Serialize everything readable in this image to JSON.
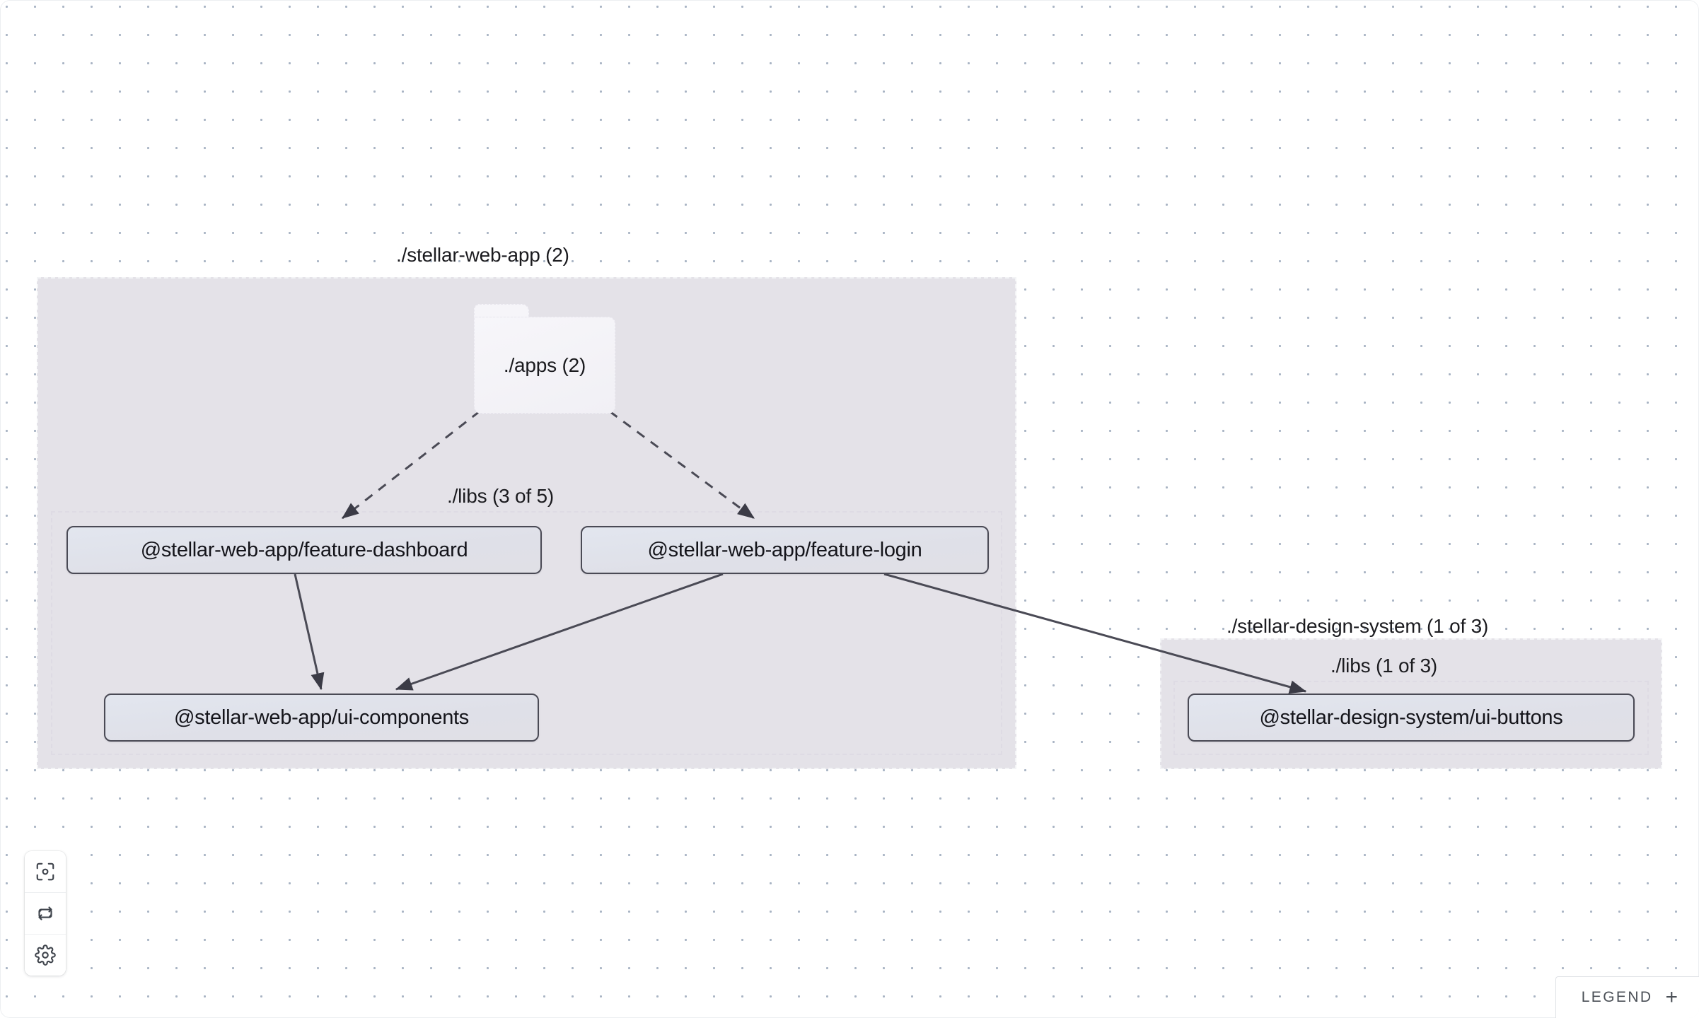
{
  "app": {
    "name": "project-dependency-graph",
    "background_color": "#ffffff",
    "dot_color": "#a9b4c4"
  },
  "graph": {
    "groups": [
      {
        "id": "stellar-web-app",
        "label": "./stellar-web-app (2)",
        "fill": "#e4e2e8",
        "children": [
          {
            "id": "stellar-web-app-libs",
            "label": "./libs (3 of 5)"
          }
        ]
      },
      {
        "id": "stellar-design-system",
        "label": "./stellar-design-system (1 of 3)",
        "fill": "#e4e2e8",
        "children": [
          {
            "id": "stellar-design-system-libs",
            "label": "./libs (1 of 3)"
          }
        ]
      }
    ],
    "folders": [
      {
        "id": "apps",
        "label": "./apps (2)"
      }
    ],
    "nodes": [
      {
        "id": "feature-dashboard",
        "label": "@stellar-web-app/feature-dashboard"
      },
      {
        "id": "feature-login",
        "label": "@stellar-web-app/feature-login"
      },
      {
        "id": "ui-components",
        "label": "@stellar-web-app/ui-components"
      },
      {
        "id": "ui-buttons",
        "label": "@stellar-design-system/ui-buttons"
      }
    ],
    "edges": [
      {
        "from": "apps",
        "to": "feature-dashboard",
        "style": "dashed"
      },
      {
        "from": "apps",
        "to": "feature-login",
        "style": "dashed"
      },
      {
        "from": "feature-dashboard",
        "to": "ui-components",
        "style": "solid"
      },
      {
        "from": "feature-login",
        "to": "ui-components",
        "style": "solid"
      },
      {
        "from": "feature-login",
        "to": "ui-buttons",
        "style": "solid"
      }
    ]
  },
  "controls": [
    {
      "id": "focus",
      "icon": "focus-target-icon",
      "label": "Focus"
    },
    {
      "id": "refresh",
      "icon": "refresh-cycle-icon",
      "label": "Refresh"
    },
    {
      "id": "settings",
      "icon": "gear-icon",
      "label": "Settings"
    }
  ],
  "legend": {
    "label": "LEGEND",
    "expand_glyph": "+"
  }
}
